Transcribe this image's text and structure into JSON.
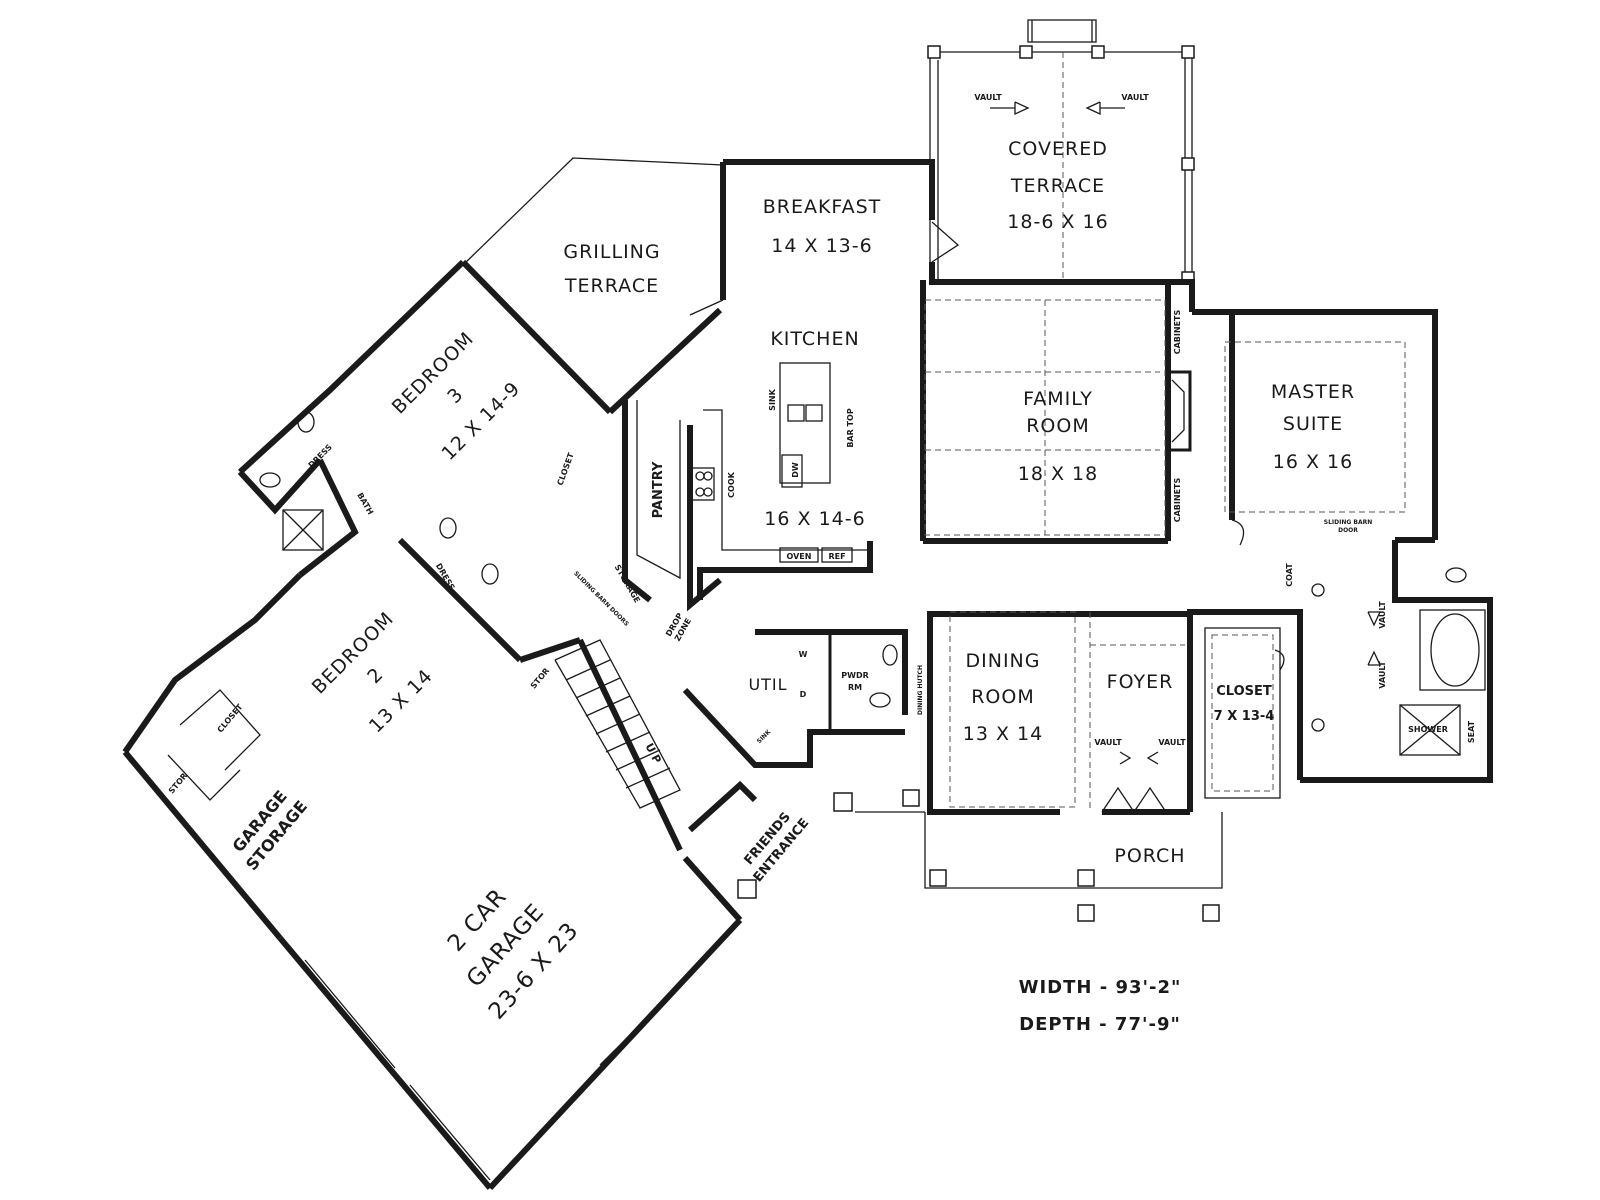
{
  "plan": {
    "rooms": {
      "covered_terrace": [
        "COVERED",
        "TERRACE",
        "18-6 X 16"
      ],
      "breakfast": [
        "BREAKFAST",
        "14 X 13-6"
      ],
      "grilling_terrace": [
        "GRILLING",
        "TERRACE"
      ],
      "kitchen": [
        "KITCHEN",
        "16 X 14-6"
      ],
      "family_room": [
        "FAMILY",
        "ROOM",
        "18 X 18"
      ],
      "master_suite": [
        "MASTER",
        "SUITE",
        "16 X 16"
      ],
      "bedroom3": [
        "BEDROOM",
        "3",
        "12 X 14-9"
      ],
      "bedroom2": [
        "BEDROOM",
        "2",
        "13 X 14"
      ],
      "dining_room": [
        "DINING",
        "ROOM",
        "13 X 14"
      ],
      "foyer": "FOYER",
      "closet_master": [
        "CLOSET",
        "7 X 13-4"
      ],
      "porch": "PORCH",
      "garage": [
        "2 CAR",
        "GARAGE",
        "23-6 X 23"
      ],
      "garage_storage": [
        "GARAGE",
        "STORAGE"
      ],
      "util": "UTIL",
      "friends_entrance": [
        "FRIENDS",
        "ENTRANCE"
      ],
      "pantry": "PANTRY"
    },
    "small_labels": {
      "vault": "VAULT",
      "cabinets": "CABINETS",
      "coat": "COAT",
      "closet": "CLOSET",
      "dress": "DRESS",
      "bath": "BATH",
      "stor": "STOR",
      "storage": "STORAGE",
      "drop_zone": [
        "DROP",
        "ZONE"
      ],
      "sliding_barn_doors": "SLIDING BARN DOORS",
      "sliding_barn_door": [
        "SLIDING BARN",
        "DOOR"
      ],
      "pwdr_rm": [
        "PWDR",
        "RM"
      ],
      "dining_hutch": "DINING HUTCH",
      "shower": "SHOWER",
      "seat": "SEAT",
      "sink": "SINK",
      "dw": "DW",
      "bar_top": "BAR TOP",
      "cook": "COOK",
      "oven": "OVEN",
      "ref": "REF",
      "up": "U P",
      "w": "W",
      "d": "D",
      "sink_util": "SINK"
    },
    "dimensions": {
      "width": "WIDTH - 93'-2\"",
      "depth": "DEPTH - 77'-9\""
    }
  }
}
